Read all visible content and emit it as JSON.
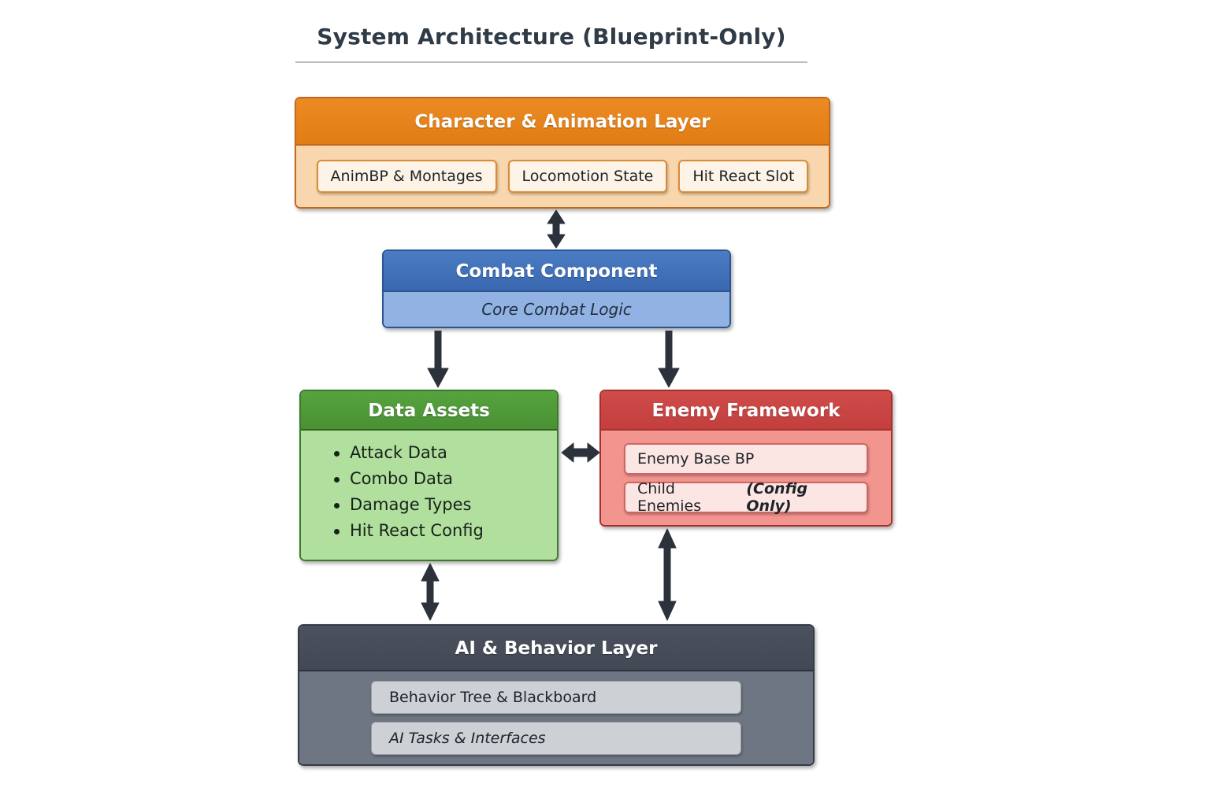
{
  "page": {
    "title": "System Architecture (Blueprint-Only)",
    "background": "#ffffff"
  },
  "layers": {
    "character": {
      "title": "Character & Animation Layer",
      "header_color": "#e8821e",
      "body_color": "#f8d6ae",
      "items": [
        {
          "label": "AnimBP & Montages"
        },
        {
          "label": "Locomotion State"
        },
        {
          "label": "Hit React Slot"
        }
      ]
    },
    "combat": {
      "title": "Combat Component",
      "header_color": "#3d6fb8",
      "body_color": "#92b2e3",
      "subtitle": "Core Combat Logic"
    },
    "data_assets": {
      "title": "Data Assets",
      "header_color": "#4b9537",
      "body_color": "#b1df9e",
      "items": [
        {
          "label": "Attack Data"
        },
        {
          "label": "Combo Data"
        },
        {
          "label": "Damage Types"
        },
        {
          "label": "Hit React Config"
        }
      ]
    },
    "enemy": {
      "title": "Enemy Framework",
      "header_color": "#c84444",
      "body_color": "#f3958f",
      "items": [
        {
          "label": "Enemy Base BP",
          "note": ""
        },
        {
          "label": "Child Enemies",
          "note": "(Config Only)"
        }
      ]
    },
    "ai": {
      "title": "AI & Behavior Layer",
      "header_color": "#454c58",
      "body_color": "#6e7683",
      "items": [
        {
          "label": "Behavior Tree & Blackboard"
        },
        {
          "label": "AI Tasks & Interfaces"
        }
      ]
    }
  },
  "connectors": [
    {
      "name": "character-to-combat",
      "kind": "bidirectional-vertical"
    },
    {
      "name": "combat-to-data-assets",
      "kind": "down-arrow"
    },
    {
      "name": "combat-to-enemy",
      "kind": "down-arrow"
    },
    {
      "name": "data-assets-to-enemy",
      "kind": "bidirectional-horizontal"
    },
    {
      "name": "data-assets-to-ai",
      "kind": "bidirectional-vertical"
    },
    {
      "name": "enemy-to-ai",
      "kind": "bidirectional-vertical"
    }
  ],
  "colors": {
    "arrow": "#2b323c",
    "title_text": "#2f3b47",
    "rule": "#b9bdc2"
  }
}
